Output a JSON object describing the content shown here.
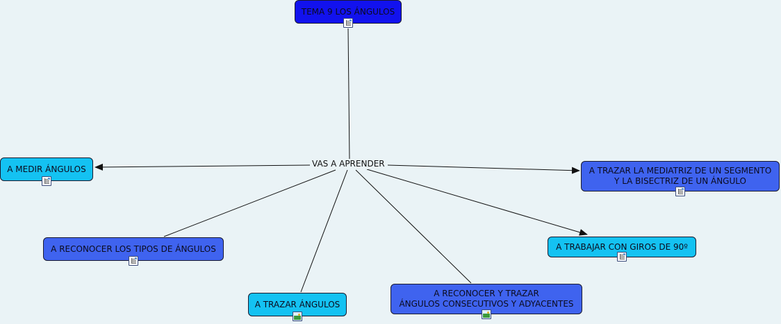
{
  "center": {
    "label": "VAS A APRENDER"
  },
  "nodes": {
    "tema": {
      "label": "TEMA 9 LOS ÁNGULOS",
      "icon": "note-icon"
    },
    "medir": {
      "label": "A MEDIR ÁNGULOS",
      "icon": "note-icon"
    },
    "mediatriz": {
      "label": "A TRAZAR LA MEDIATRIZ DE UN SEGMENTO\nY LA BISECTRIZ DE UN ÁNGULO",
      "icon": "note-icon"
    },
    "tipos": {
      "label": "A RECONOCER LOS TIPOS DE ÁNGULOS",
      "icon": "note-icon"
    },
    "giros": {
      "label": "A TRABAJAR CON GIROS DE 90º",
      "icon": "note-icon"
    },
    "trazar": {
      "label": "A TRAZAR ÁNGULOS",
      "icon": "image-icon"
    },
    "consecutivos": {
      "label": "A RECONOCER Y TRAZAR\nÁNGULOS CONSECUTIVOS Y ADYACENTES",
      "icon": "image-icon"
    }
  },
  "colors": {
    "background": "#eaf3f6",
    "top_node": "#1212ee",
    "light_node": "#14c2f2",
    "mid_node": "#3f63ef",
    "link": "#111111"
  }
}
